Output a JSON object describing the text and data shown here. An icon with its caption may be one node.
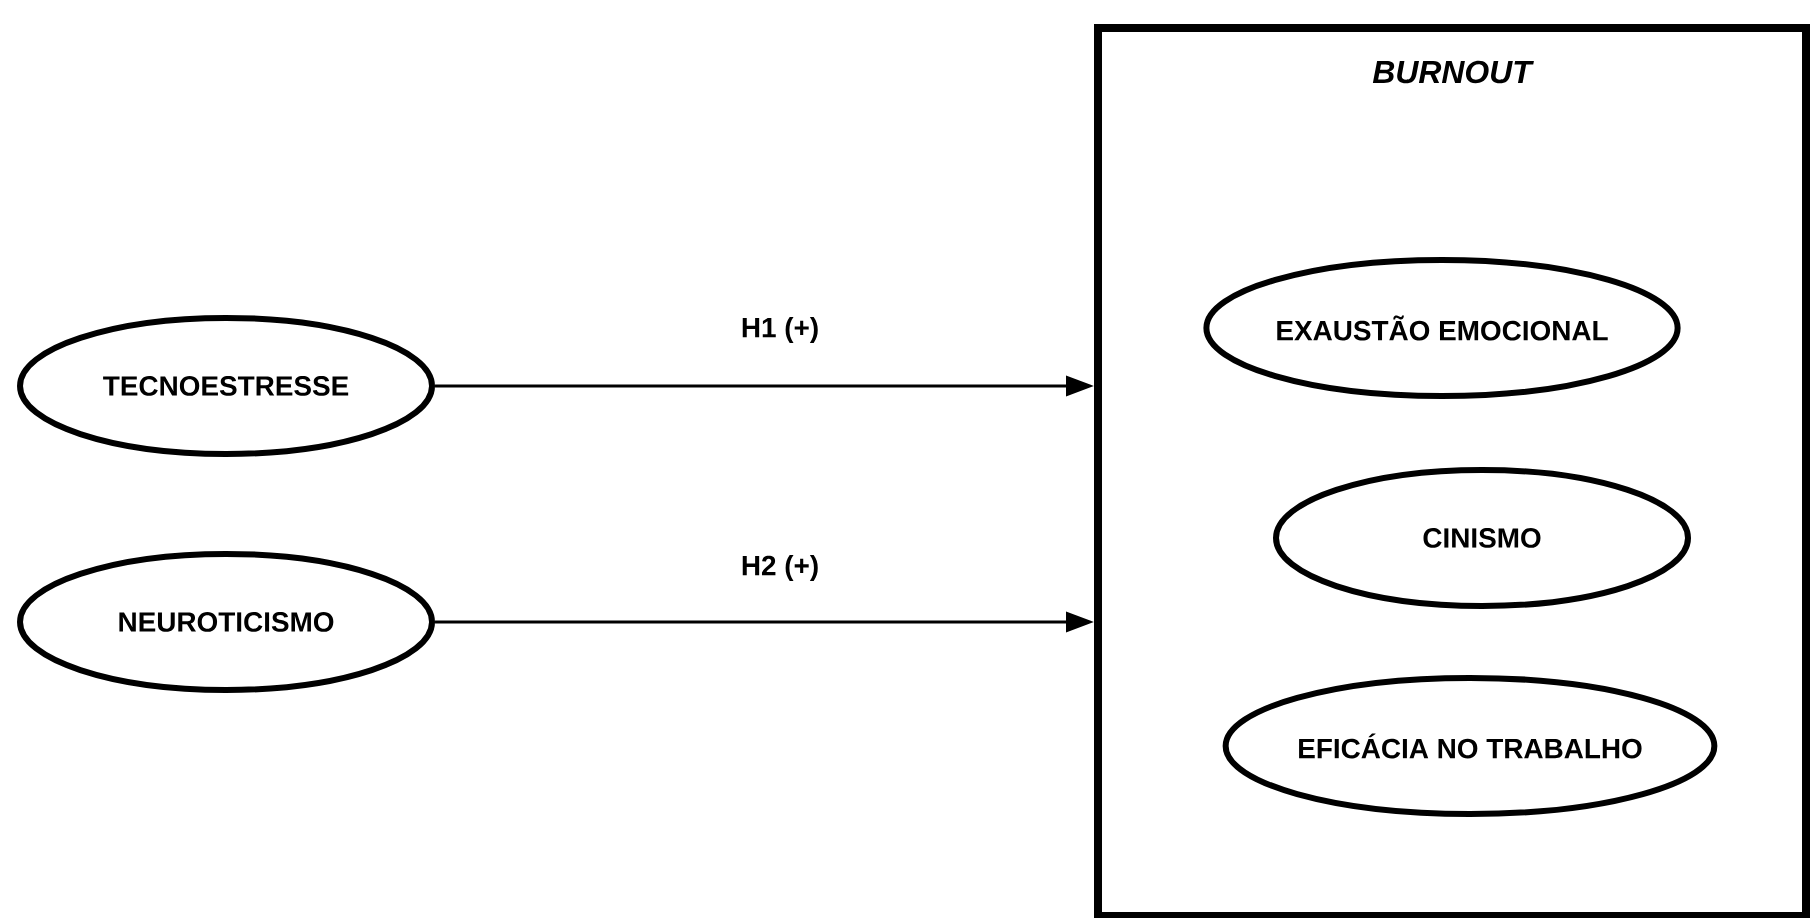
{
  "diagram": {
    "nodes": [
      {
        "text": [
          "TECNOESTRESSE"
        ]
      },
      {
        "text": [
          "NEUROTICISMO"
        ]
      },
      {
        "text": [
          "BURNOUT"
        ]
      },
      {
        "text": [
          "EXAUSTÃO EMOCIONAL"
        ],
        "in": 2
      },
      {
        "text": [
          "CINISMO"
        ],
        "in": 2
      },
      {
        "text": [
          "EFICÁCIA NO TRABALHO"
        ],
        "in": 2
      }
    ],
    "edges": [
      {
        "from": 0,
        "to": 2,
        "arrow": "to",
        "label": "H1 (+)"
      },
      {
        "from": 1,
        "to": 2,
        "arrow": "to",
        "label": "H2 (+)"
      }
    ]
  }
}
